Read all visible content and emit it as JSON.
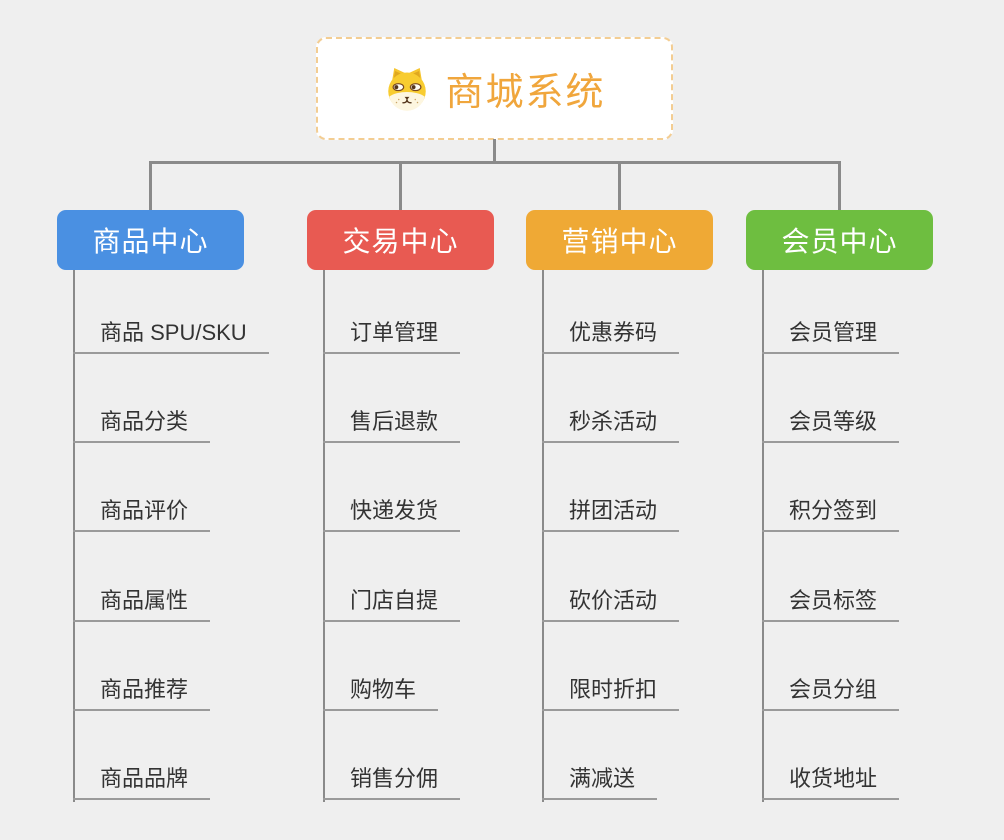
{
  "canvas": {
    "background": "#efefef",
    "connector_color": "#8a8a8a"
  },
  "root": {
    "label": "商城系统",
    "icon": "shiba-dog-icon",
    "text_color": "#f0a63c",
    "border_color": "#f3cd92"
  },
  "branches": [
    {
      "id": "product-center",
      "label": "商品中心",
      "color": "#4a90e2",
      "children": [
        "商品 SPU/SKU",
        "商品分类",
        "商品评价",
        "商品属性",
        "商品推荐",
        "商品品牌"
      ]
    },
    {
      "id": "trade-center",
      "label": "交易中心",
      "color": "#e85a52",
      "children": [
        "订单管理",
        "售后退款",
        "快递发货",
        "门店自提",
        "购物车",
        "销售分佣"
      ]
    },
    {
      "id": "marketing-center",
      "label": "营销中心",
      "color": "#efa935",
      "children": [
        "优惠券码",
        "秒杀活动",
        "拼团活动",
        "砍价活动",
        "限时折扣",
        "满减送"
      ]
    },
    {
      "id": "member-center",
      "label": "会员中心",
      "color": "#6ebe40",
      "children": [
        "会员管理",
        "会员等级",
        "积分签到",
        "会员标签",
        "会员分组",
        "收货地址"
      ]
    }
  ]
}
